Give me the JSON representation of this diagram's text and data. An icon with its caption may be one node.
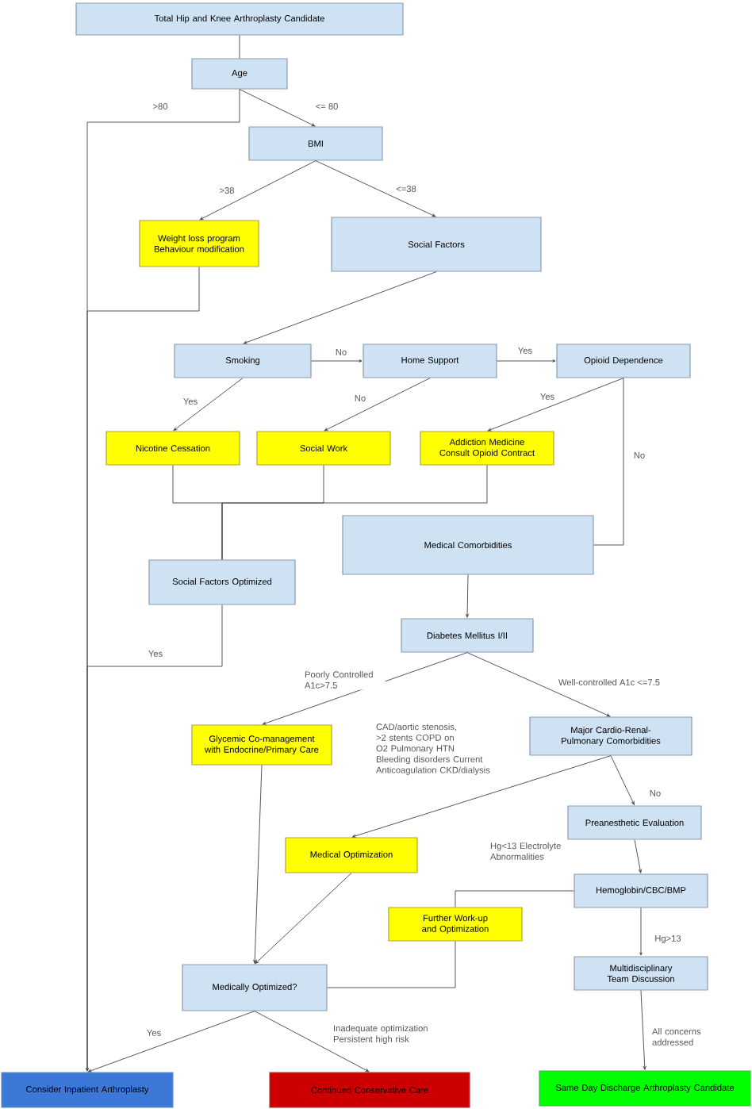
{
  "diagram": {
    "nodes": [
      {
        "text": [
          "Total Hip and Knee Arthroplasty Candidate"
        ]
      },
      {
        "text": [
          "Age"
        ]
      },
      {
        "text": [
          "BMI"
        ]
      },
      {
        "text": [
          "Weight loss program Behaviour modification"
        ]
      },
      {
        "text": [
          "Social Factors"
        ]
      },
      {
        "text": [
          "Smoking"
        ]
      },
      {
        "text": [
          "Home Support"
        ]
      },
      {
        "text": [
          "Opioid Dependence"
        ]
      },
      {
        "text": [
          "Nicotine Cessation"
        ]
      },
      {
        "text": [
          "Social Work"
        ]
      },
      {
        "text": [
          "Addiction Medicine Consult Opioid Contract"
        ]
      },
      {
        "text": [
          "Medical Comorbidities"
        ]
      },
      {
        "text": [
          "Social Factors Optimized"
        ]
      },
      {
        "text": [
          "Diabetes Mellitus I/II"
        ]
      },
      {
        "text": [
          "Glycemic Co-management with Endocrine/Primary Care"
        ]
      },
      {
        "text": [
          "Major Cardio-Renal-Pulmonary Comorbidities"
        ]
      },
      {
        "text": [
          "Preanesthetic Evaluation"
        ]
      },
      {
        "text": [
          "Medical Optimization"
        ]
      },
      {
        "text": [
          "Hemoglobin/CBC/BMP"
        ]
      },
      {
        "text": [
          "Further Work-up and Optimization"
        ]
      },
      {
        "text": [
          "Medically Optimized?"
        ]
      },
      {
        "text": [
          "Multidisciplinary Team Discussion"
        ]
      },
      {
        "text": [
          "Consider Inpatient Arthroplasty"
        ]
      },
      {
        "text": [
          "Continued Conservative Care"
        ]
      },
      {
        "text": [
          "Same Day Discharge Arthroplasty Candidate"
        ]
      }
    ],
    "edges": [
      {
        "from": 0,
        "to": 1,
        "arrow": "none"
      },
      {
        "from": 1,
        "to": 2,
        "arrow": "to",
        "label": "<= 80"
      },
      {
        "from": 1,
        "to": 22,
        "arrow": "to",
        "label": ">80"
      },
      {
        "from": 3,
        "to": 22,
        "arrow": "to"
      },
      {
        "from": 2,
        "to": 3,
        "arrow": "to",
        "label": ">38"
      },
      {
        "from": 2,
        "to": 4,
        "arrow": "to",
        "label": "<=38"
      },
      {
        "from": 4,
        "to": 5,
        "arrow": "to"
      },
      {
        "from": 5,
        "to": 6,
        "arrow": "to",
        "label": "No"
      },
      {
        "from": 6,
        "to": 7,
        "arrow": "to",
        "label": "Yes"
      },
      {
        "from": 5,
        "to": 8,
        "arrow": "to",
        "label": "Yes"
      },
      {
        "from": 6,
        "to": 9,
        "arrow": "to",
        "label": "No"
      },
      {
        "from": 7,
        "to": 10,
        "arrow": "to",
        "label": "Yes"
      },
      {
        "from": 7,
        "to": 11,
        "arrow": "none",
        "label": "No"
      },
      {
        "from": 8,
        "to": 12,
        "arrow": "none"
      },
      {
        "from": 9,
        "to": 12,
        "arrow": "none"
      },
      {
        "from": 10,
        "to": 12,
        "arrow": "none"
      },
      {
        "from": 12,
        "to": 22,
        "arrow": "to",
        "label": "Yes"
      },
      {
        "from": 11,
        "to": 13,
        "arrow": "to"
      },
      {
        "from": 13,
        "to": 14,
        "arrow": "to",
        "label": "Poorly Controlled A1c>7.5"
      },
      {
        "from": 13,
        "to": 15,
        "arrow": "to",
        "label": "Well-controlled A1c <=7.5"
      },
      {
        "from": 15,
        "to": 17,
        "arrow": "to",
        "label": "CAD/aortic stenosis, >2 stents COPD on O2 Pulmonary HTN Bleeding disorders Current Anticoagulation CKD/dialysis"
      },
      {
        "from": 15,
        "to": 16,
        "arrow": "to",
        "label": "No"
      },
      {
        "from": 16,
        "to": 18,
        "arrow": "to"
      },
      {
        "from": 18,
        "to": 19,
        "arrow": "none",
        "label": "Hg<13 Electrolyte Abnormalities"
      },
      {
        "from": 19,
        "to": 20,
        "arrow": "none"
      },
      {
        "from": 14,
        "to": 20,
        "arrow": "to"
      },
      {
        "from": 17,
        "to": 20,
        "arrow": "to"
      },
      {
        "from": 18,
        "to": 21,
        "arrow": "to",
        "label": "Hg>13"
      },
      {
        "from": 21,
        "to": 24,
        "arrow": "to",
        "label": "All concerns addressed"
      },
      {
        "from": 20,
        "to": 22,
        "arrow": "to",
        "label": "Yes"
      },
      {
        "from": 20,
        "to": 23,
        "arrow": "to",
        "label": "Inadequate optimization Persistent high risk"
      }
    ]
  }
}
